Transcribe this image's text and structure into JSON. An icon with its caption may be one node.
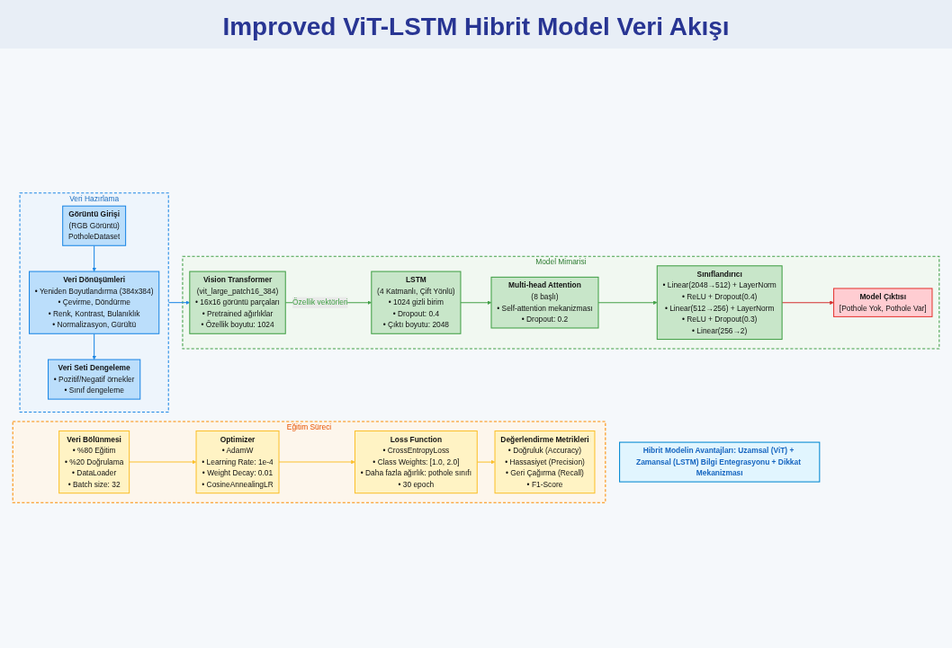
{
  "diagram": {
    "title": "Improved ViT-LSTM Hibrit Model Veri Akışı",
    "nodes": [
      {
        "text": [
          "Veri Hazırlama"
        ]
      },
      {
        "text": [
          "Görüntü Girişi",
          "(RGB Görüntü)",
          "PotholeDataset"
        ],
        "in": 0
      },
      {
        "text": [
          "Veri Dönüşümleri",
          "• Yeniden Boyutlandırma (384x384)",
          "• Çevirme, Döndürme",
          "• Renk, Kontrast, Bulanıklık",
          "• Normalizasyon, Gürültü"
        ],
        "in": 0
      },
      {
        "text": [
          "Veri Seti Dengeleme",
          "• Pozitif/Negatif örnekler",
          "• Sınıf dengeleme"
        ],
        "in": 0
      },
      {
        "text": [
          "Model Mimarisi"
        ]
      },
      {
        "text": [
          "Vision Transformer",
          "(vit_large_patch16_384)",
          "• 16x16 görüntü parçaları",
          "• Pretrained ağırlıklar",
          "• Özellik boyutu: 1024"
        ],
        "in": 4
      },
      {
        "text": [
          "LSTM",
          "(4 Katmanlı, Çift Yönlü)",
          "• 1024 gizli birim",
          "• Dropout: 0.4",
          "• Çıktı boyutu: 2048"
        ],
        "in": 4
      },
      {
        "text": [
          "Multi-head Attention",
          "(8 başlı)",
          "• Self-attention mekanizması",
          "• Dropout: 0.2"
        ],
        "in": 4
      },
      {
        "text": [
          "Sınıflandırıcı",
          "• Linear(2048→512) + LayerNorm",
          "• ReLU + Dropout(0.4)",
          "• Linear(512→256) + LayerNorm",
          "• ReLU + Dropout(0.3)",
          "• Linear(256→2)"
        ],
        "in": 4
      },
      {
        "text": [
          "Model Çıktısı",
          "[Pothole Yok, Pothole Var]"
        ],
        "in": 4
      },
      {
        "text": [
          "Eğitim Süreci"
        ]
      },
      {
        "text": [
          "Veri Bölünmesi",
          "• %80 Eğitim",
          "• %20 Doğrulama",
          "• DataLoader",
          "• Batch size: 32"
        ],
        "in": 10
      },
      {
        "text": [
          "Optimizer",
          "• AdamW",
          "• Learning Rate: 1e-4",
          "• Weight Decay: 0.01",
          "• CosineAnnealingLR"
        ],
        "in": 10
      },
      {
        "text": [
          "Loss Function",
          "• CrossEntropyLoss",
          "• Class Weights: [1.0, 2.0]",
          "• Daha fazla ağırlık: pothole sınıfı",
          "• 30 epoch"
        ],
        "in": 10
      },
      {
        "text": [
          "Değerlendirme Metrikleri",
          "• Doğruluk (Accuracy)",
          "• Hassasiyet (Precision)",
          "• Geri Çağırma (Recall)",
          "• F1-Score"
        ],
        "in": 10
      },
      {
        "text": [
          "Hibrit Modelin Avantajları: Uzamsal (ViT) + Zamansal (LSTM) Bilgi Entegrasyonu + Dikkat Mekanizması"
        ]
      }
    ],
    "edges": [
      {
        "from": 1,
        "to": 2,
        "arrow": "to",
        "color": "#1e88e5"
      },
      {
        "from": 2,
        "to": 3,
        "arrow": "to",
        "color": "#1e88e5"
      },
      {
        "from": 0,
        "to": 5,
        "arrow": "to",
        "color": "#1e88e5"
      },
      {
        "from": 5,
        "to": 6,
        "arrow": "to",
        "label": "Özellik vektörleri",
        "color": "#43a047"
      },
      {
        "from": 6,
        "to": 7,
        "arrow": "to",
        "color": "#43a047"
      },
      {
        "from": 7,
        "to": 8,
        "arrow": "to",
        "color": "#43a047"
      },
      {
        "from": 8,
        "to": 9,
        "arrow": "to",
        "color": "#d32f2f"
      },
      {
        "from": 11,
        "to": 12,
        "arrow": "to",
        "color": "#fbc02d"
      },
      {
        "from": 12,
        "to": 13,
        "arrow": "to",
        "color": "#fbc02d"
      },
      {
        "from": 13,
        "to": 14,
        "arrow": "to",
        "color": "#fbc02d"
      }
    ]
  }
}
